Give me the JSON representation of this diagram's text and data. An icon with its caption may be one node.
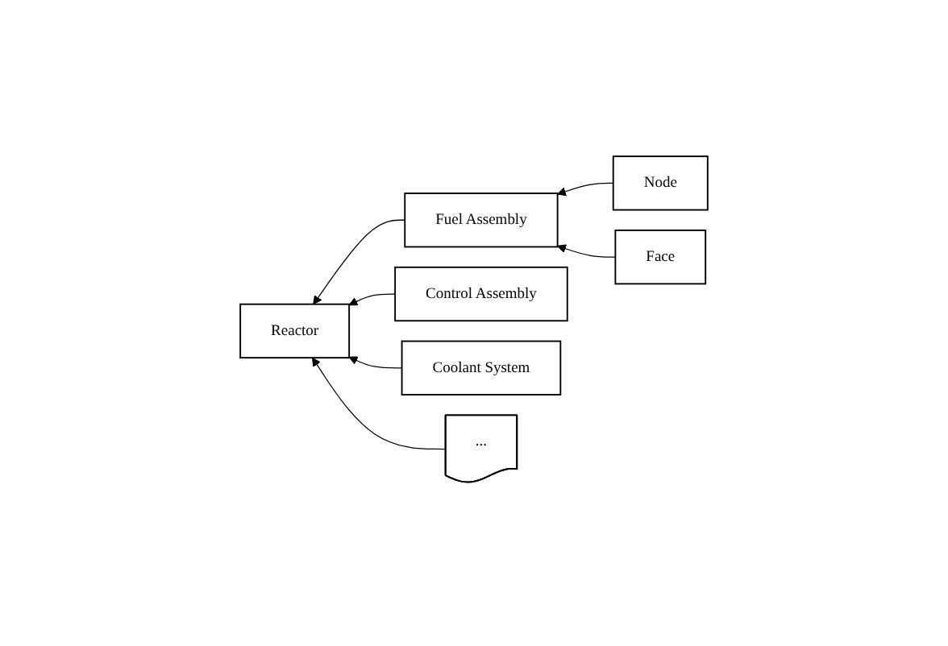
{
  "diagram": {
    "nodes": [
      {
        "text": [
          "Reactor"
        ]
      },
      {
        "text": [
          "Fuel Assembly"
        ]
      },
      {
        "text": [
          "Node"
        ]
      },
      {
        "text": [
          "Face"
        ]
      },
      {
        "text": [
          "Control Assembly"
        ]
      },
      {
        "text": [
          "Coolant System"
        ]
      },
      {
        "text": [
          "..."
        ]
      }
    ],
    "edges": [
      {
        "from": 1,
        "to": 0,
        "arrow": "to"
      },
      {
        "from": 2,
        "to": 1,
        "arrow": "to"
      },
      {
        "from": 3,
        "to": 1,
        "arrow": "to"
      },
      {
        "from": 4,
        "to": 0,
        "arrow": "to"
      },
      {
        "from": 5,
        "to": 0,
        "arrow": "to"
      },
      {
        "from": 6,
        "to": 0,
        "arrow": "to"
      }
    ]
  }
}
